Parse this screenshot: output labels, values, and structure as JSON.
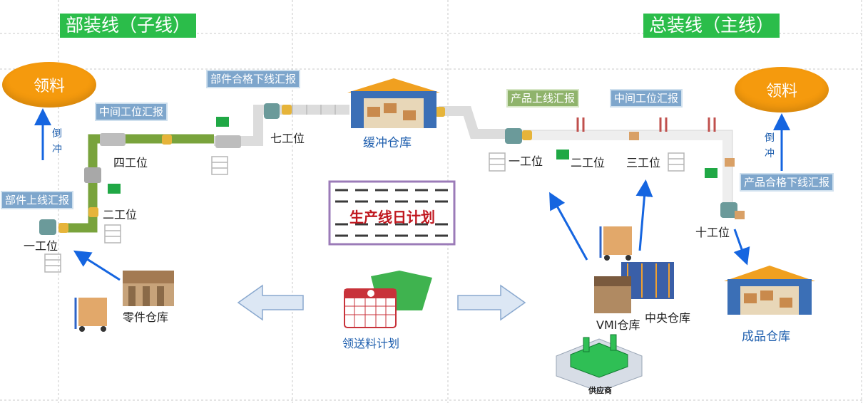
{
  "headers": {
    "sub_line": "部装线（子线）",
    "main_line": "总装线（主线）"
  },
  "left": {
    "pick_material": "领料",
    "backflush": "倒冲",
    "mid_station_report": "中间工位汇报",
    "part_online_report": "部件上线汇报",
    "part_pass_report": "部件合格下线汇报",
    "stations": {
      "s1": "一工位",
      "s2": "二工位",
      "s4": "四工位",
      "s7": "七工位"
    },
    "parts_warehouse": "零件仓库"
  },
  "center": {
    "buffer_warehouse": "缓冲仓库",
    "daily_plan": "生产线日计划",
    "delivery_plan": "领送料计划"
  },
  "right": {
    "product_online_report": "产品上线汇报",
    "mid_station_report": "中间工位汇报",
    "product_pass_report": "产品合格下线汇报",
    "pick_material": "领料",
    "backflush": "倒冲",
    "stations": {
      "s1": "一工位",
      "s2": "二工位",
      "s3": "三工位",
      "s10": "十工位"
    },
    "vmi_warehouse": "VMI仓库",
    "central_warehouse": "中央仓库",
    "finished_warehouse": "成品仓库",
    "supplier": "供应商"
  },
  "colors": {
    "header_green": "#2bbd4a",
    "oval_orange": "#f59a0d",
    "tag_blue": "#7ea6cc",
    "conveyor_green": "#79a33c",
    "arrow_blue": "#1565e0"
  }
}
